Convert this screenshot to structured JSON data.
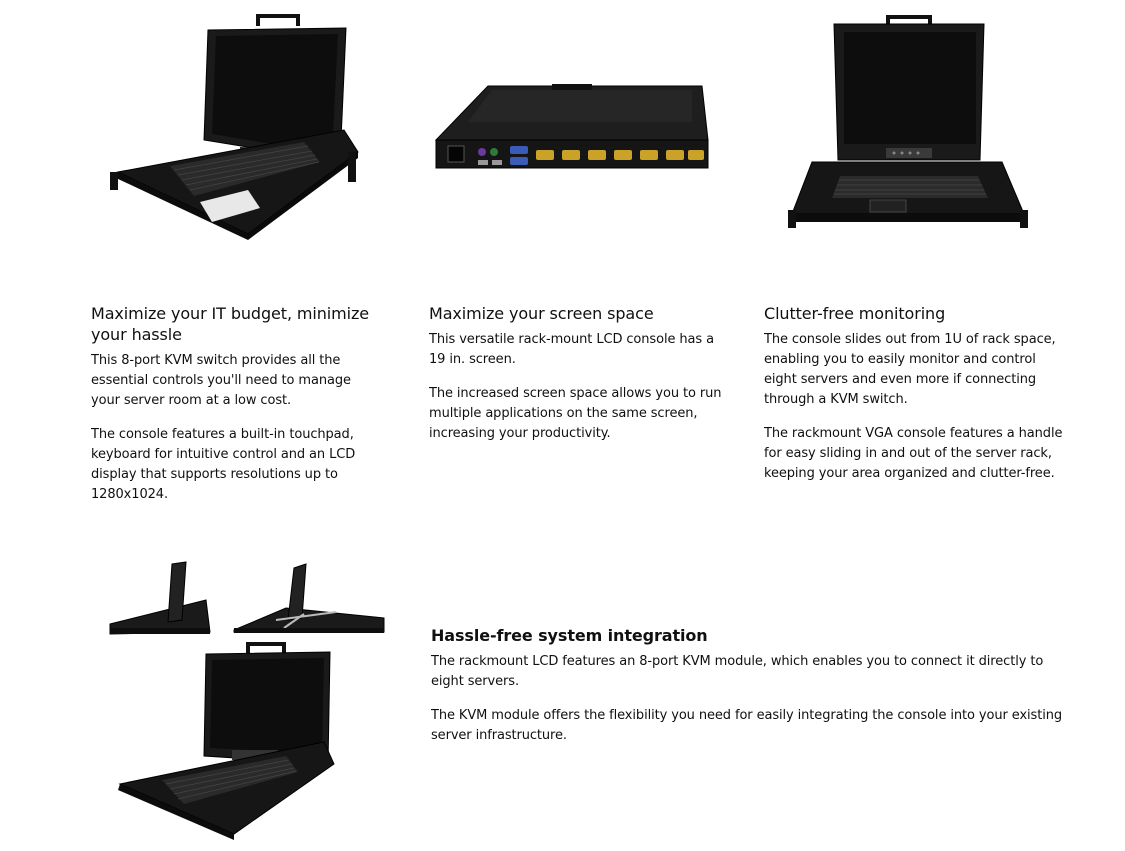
{
  "modules": [
    {
      "image_icon": "kvm-console-open-angled-image",
      "heading": "Maximize your IT budget, minimize your hassle",
      "paragraphs": [
        "This 8-port KVM switch provides all the essential controls you'll need to manage your server room at a low cost.",
        "The console features a built-in touchpad, keyboard for intuitive control and an LCD display that supports resolutions up to 1280x1024."
      ]
    },
    {
      "image_icon": "kvm-console-rear-ports-image",
      "heading": "Maximize your screen space",
      "paragraphs": [
        "This versatile rack-mount LCD console has a 19 in. screen.",
        "The increased screen space allows you to run multiple applications on the same screen, increasing your productivity."
      ]
    },
    {
      "image_icon": "kvm-console-open-front-image",
      "heading": "Clutter-free monitoring",
      "paragraphs": [
        "The console slides out from 1U of rack space, enabling you to easily monitor and control eight servers and even more if connecting through a KVM switch.",
        "The rackmount VGA console features a handle for easy sliding in and out of the server rack, keeping your area organized and clutter-free."
      ]
    },
    {
      "image_icon": "kvm-console-composite-views-image",
      "heading": "Hassle-free system integration",
      "paragraphs": [
        "The rackmount LCD features an 8-port KVM module, which enables you to connect it directly to eight servers.",
        "The KVM module offers the flexibility you need for easily integrating the console into your existing server infrastructure."
      ]
    }
  ],
  "colors": {
    "text": "#0f1111",
    "console_body": "#1c1c1c",
    "screen": "#0d0d0d",
    "port_yellow": "#c9a227",
    "port_blue": "#3a5bb8"
  }
}
